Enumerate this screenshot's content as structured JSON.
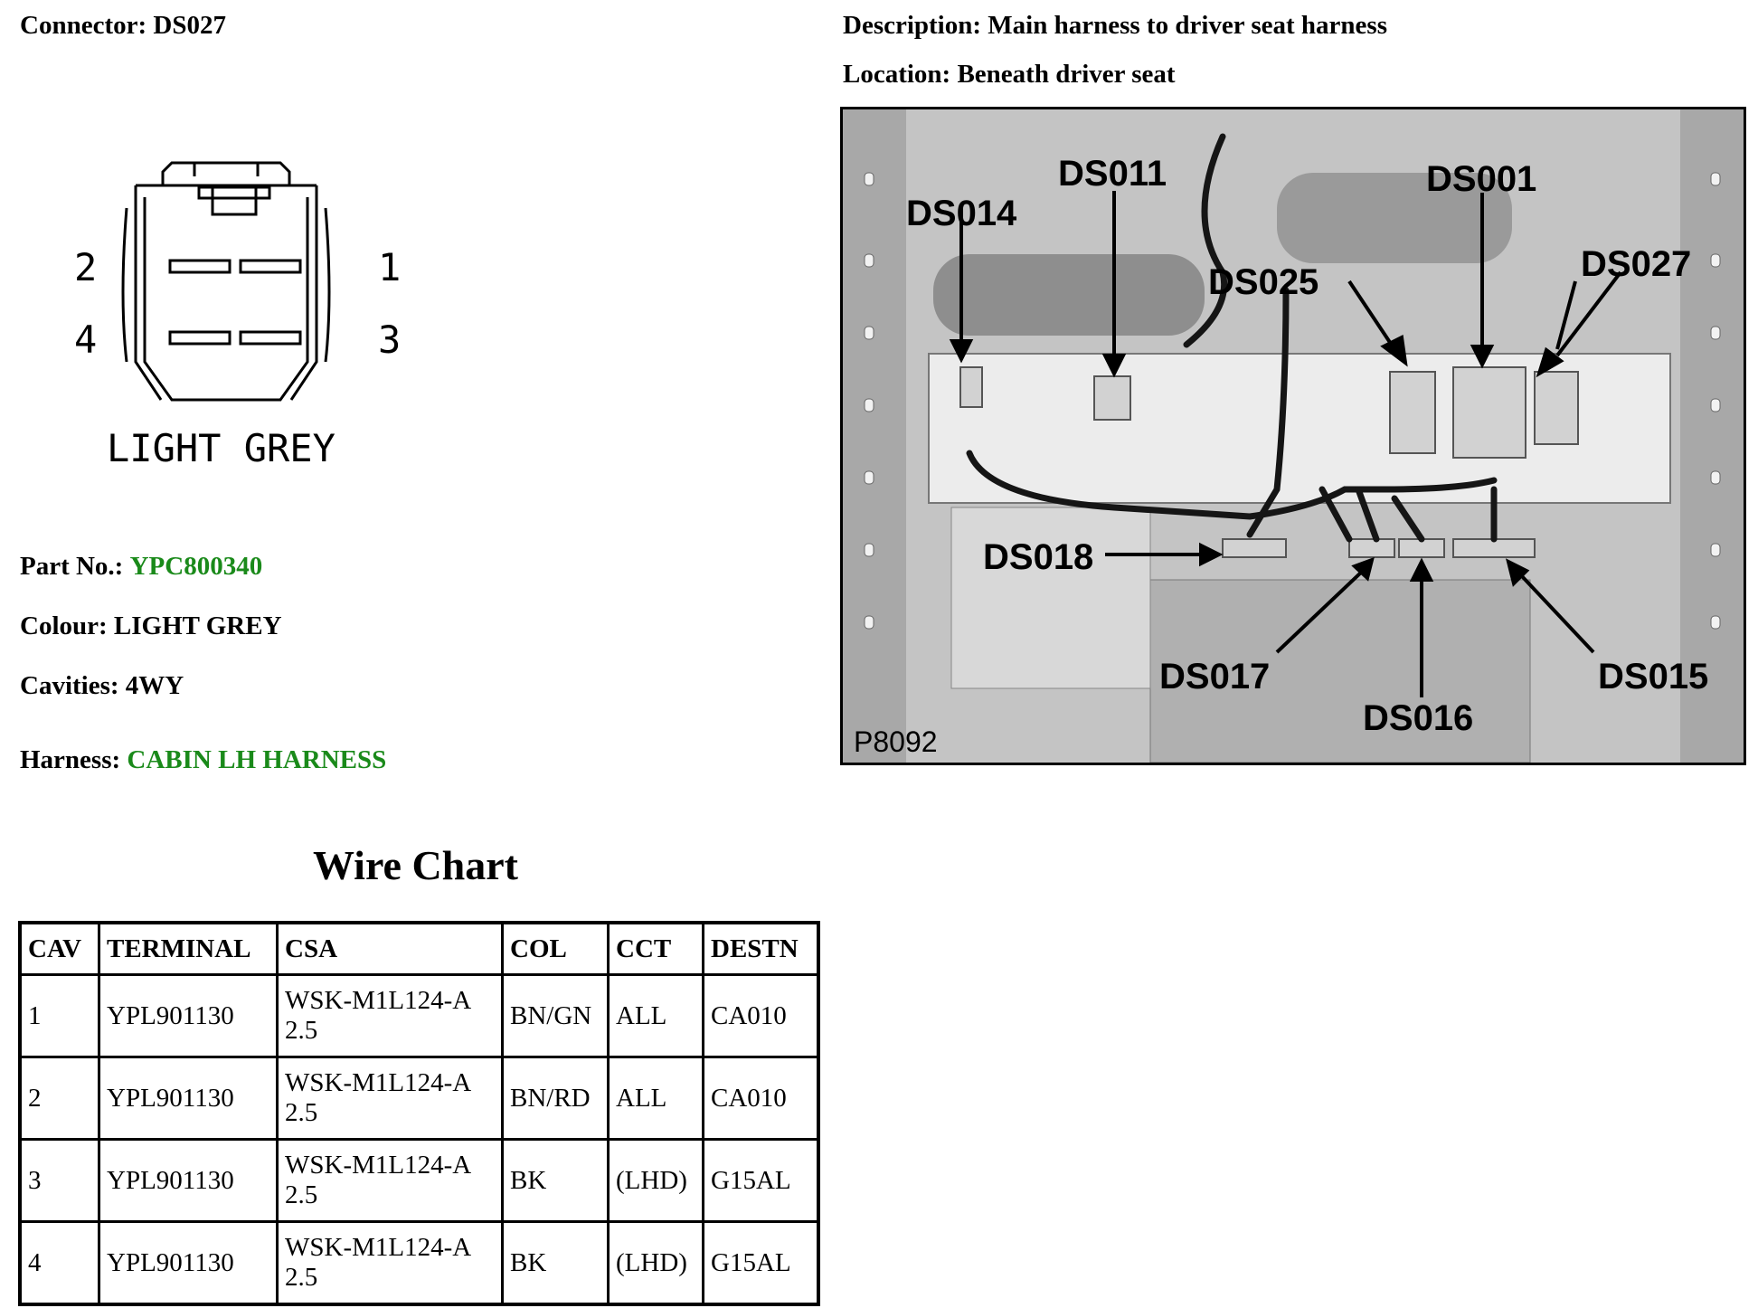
{
  "header": {
    "connector_label": "Connector:",
    "connector_value": "DS027",
    "description_label": "Description:",
    "description_value": "Main harness to driver seat harness",
    "location_label": "Location:",
    "location_value": "Beneath driver seat"
  },
  "diagram": {
    "pin_labels": [
      "2",
      "1",
      "4",
      "3"
    ],
    "colour_caption": "LIGHT GREY"
  },
  "details": {
    "part_label": "Part No.:",
    "part_value": "YPC800340",
    "colour_label": "Colour:",
    "colour_value": "LIGHT GREY",
    "cavities_label": "Cavities:",
    "cavities_value": "4WY",
    "harness_label": "Harness:",
    "harness_value": "CABIN LH HARNESS"
  },
  "photo": {
    "callouts": [
      "DS011",
      "DS001",
      "DS014",
      "DS025",
      "DS027",
      "DS018",
      "DS017",
      "DS016",
      "DS015"
    ],
    "ref": "P8092"
  },
  "wire_chart": {
    "title": "Wire Chart",
    "headers": [
      "CAV",
      "TERMINAL",
      "CSA",
      "COL",
      "CCT",
      "DESTN"
    ],
    "rows": [
      {
        "cav": "1",
        "terminal": "YPL901130",
        "csa1": "WSK-M1L124-A",
        "csa2": "2.5",
        "col": "BN/GN",
        "cct": "ALL",
        "destn": "CA010"
      },
      {
        "cav": "2",
        "terminal": "YPL901130",
        "csa1": "WSK-M1L124-A",
        "csa2": "2.5",
        "col": "BN/RD",
        "cct": "ALL",
        "destn": "CA010"
      },
      {
        "cav": "3",
        "terminal": "YPL901130",
        "csa1": "WSK-M1L124-A",
        "csa2": "2.5",
        "col": "BK",
        "cct": "(LHD)",
        "destn": "G15AL"
      },
      {
        "cav": "4",
        "terminal": "YPL901130",
        "csa1": "WSK-M1L124-A",
        "csa2": "2.5",
        "col": "BK",
        "cct": "(LHD)",
        "destn": "G15AL"
      }
    ]
  },
  "colors": {
    "link_green": "#1a8a1a"
  }
}
